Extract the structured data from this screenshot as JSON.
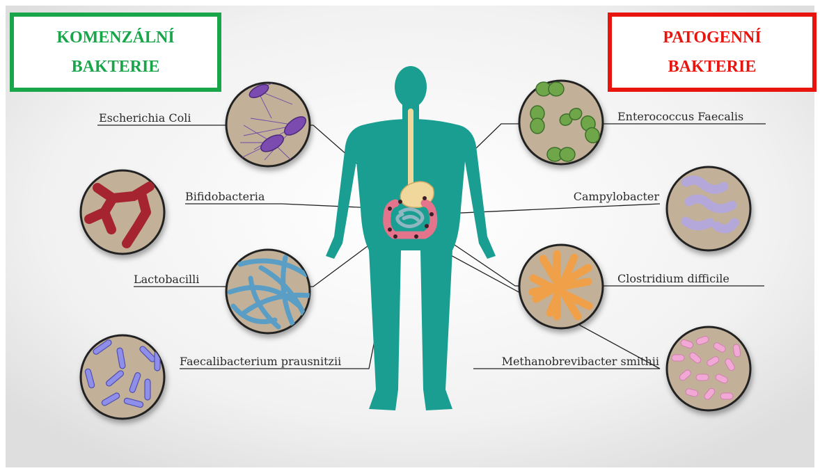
{
  "boxes": {
    "commensal": {
      "line1": "KOMENZÁLNÍ",
      "line2": "BAKTERIE",
      "color": "#19a64a"
    },
    "pathogenic": {
      "line1": "PATOGENNÍ",
      "line2": "BAKTERIE",
      "color": "#e8150f"
    }
  },
  "bacteria_left": [
    {
      "label": "Escherichia Coli",
      "icon": "e-coli-icon"
    },
    {
      "label": "Bifidobacteria",
      "icon": "bifidobacteria-icon"
    },
    {
      "label": "Lactobacilli",
      "icon": "lactobacilli-icon"
    },
    {
      "label": "Faecalibacterium prausnitzii",
      "icon": "faecalibacterium-icon"
    }
  ],
  "bacteria_right": [
    {
      "label": "Enterococcus Faecalis",
      "icon": "enterococcus-icon"
    },
    {
      "label": "Campylobacter",
      "icon": "campylobacter-icon"
    },
    {
      "label": "Clostridium difficile",
      "icon": "clostridium-icon"
    },
    {
      "label": "Methanobrevibacter smithii",
      "icon": "methanobrevibacter-icon"
    }
  ],
  "colors": {
    "body": "#1a9e92",
    "circle_fill": "#c2b198",
    "gut": "#e3748c",
    "stomach": "#f0d79c"
  }
}
